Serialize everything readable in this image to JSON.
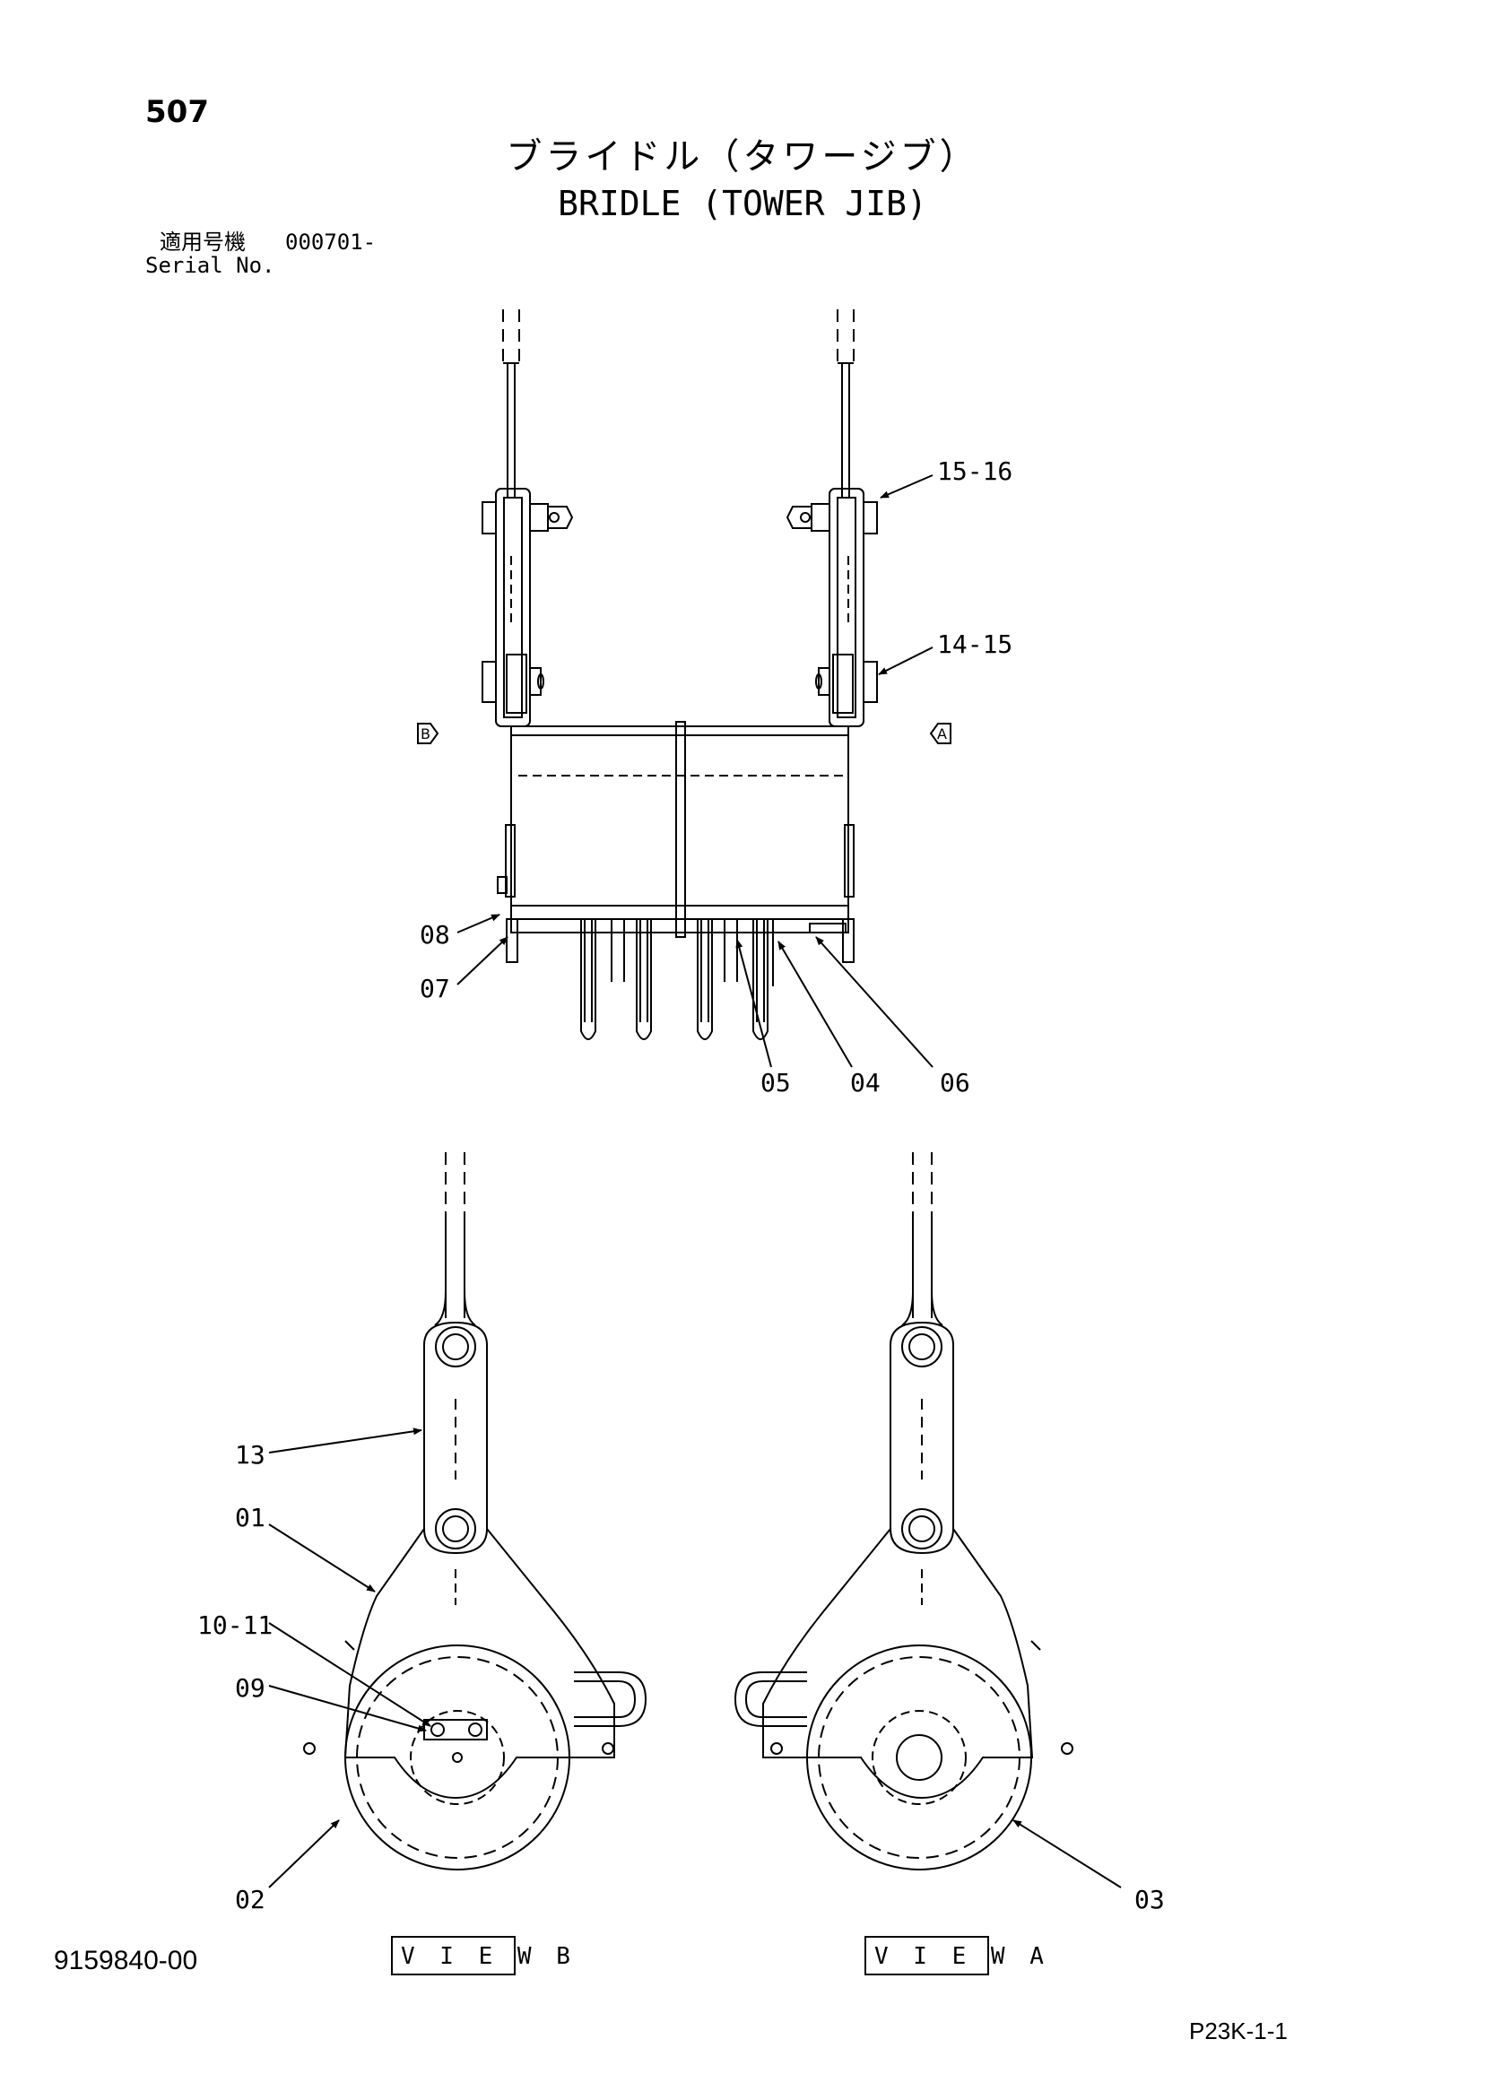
{
  "header": {
    "page_number": "507",
    "title_ja": "ブライドル（タワージブ）",
    "title_en": "BRIDLE (TOWER JIB)",
    "serial_label_ja": "適用号機",
    "serial_value": "000701-",
    "serial_label_en": "Serial No."
  },
  "parts": {
    "p15_16": "15-16",
    "p14_15": "14-15",
    "p08": "08",
    "p07": "07",
    "p05": "05",
    "p04": "04",
    "p06": "06",
    "p13": "13",
    "p01": "01",
    "p10_11": "10-11",
    "p09": "09",
    "p02": "02",
    "p03": "03"
  },
  "view_markers": {
    "b": "B",
    "a": "A"
  },
  "views": {
    "view_b": "V I E W B",
    "view_a": "V I E W A"
  },
  "footer": {
    "drawing_number": "9159840-00",
    "page_code": "P23K-1-1"
  }
}
